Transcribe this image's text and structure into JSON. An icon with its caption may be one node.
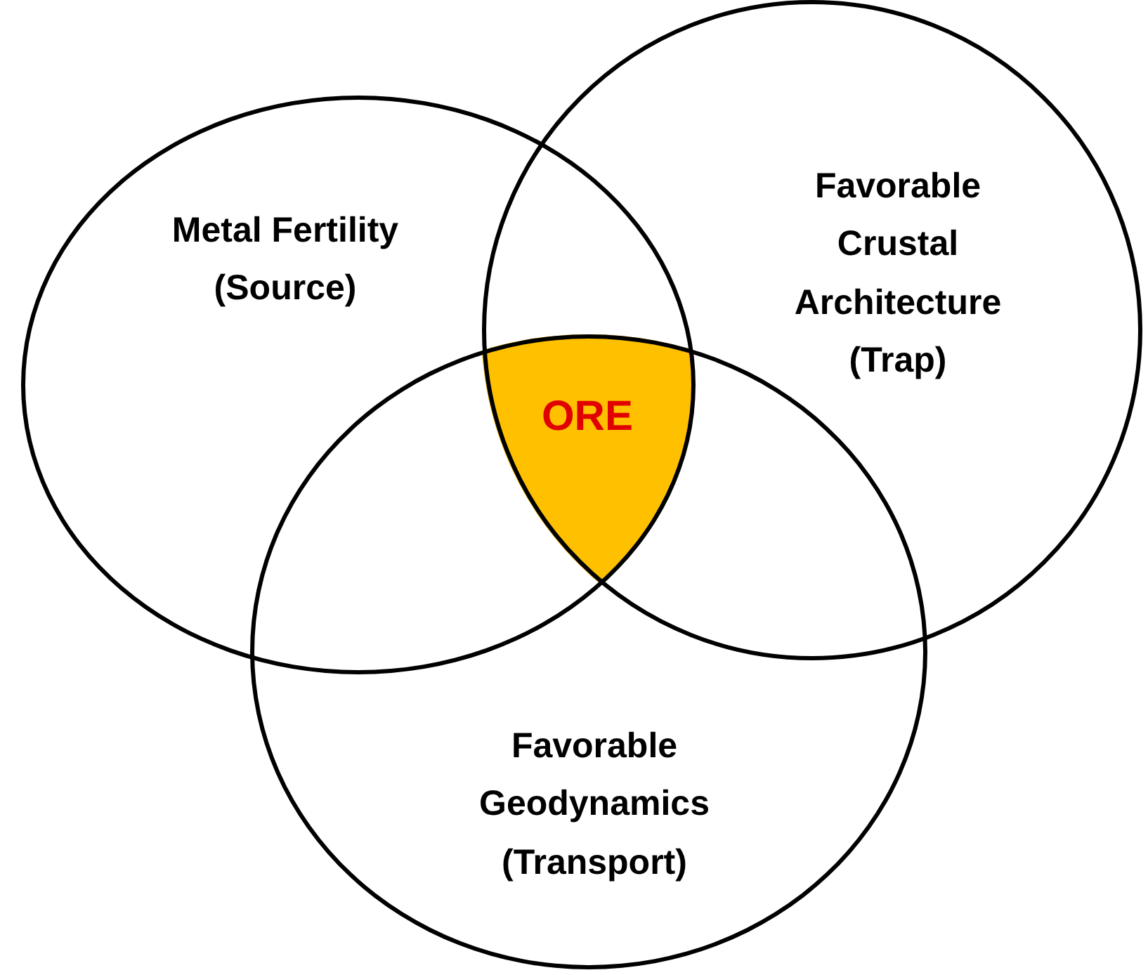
{
  "diagram": {
    "nodes": [
      {
        "text": [
          "Metal Fertility (Source)"
        ]
      },
      {
        "text": [
          "Favorable Crustal Architecture (Trap)"
        ]
      },
      {
        "text": [
          "ORE"
        ]
      },
      {
        "text": [
          "Favorable Geodynamics (Transport)"
        ]
      }
    ]
  }
}
